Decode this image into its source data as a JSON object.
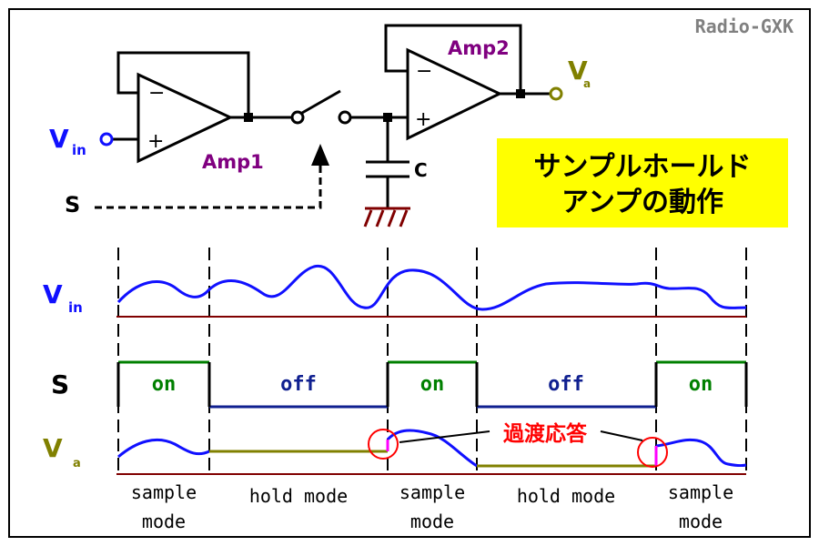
{
  "watermark": "Radio-GXK",
  "circuit": {
    "amp1_label": "Amp1",
    "amp2_label": "Amp2",
    "vin_main": "V",
    "vin_sub": "in",
    "va_main": "V",
    "va_sub": "a",
    "s_label": "S",
    "c_label": "C",
    "minus_sign": "−",
    "plus_sign": "+"
  },
  "title_box": {
    "line1": "サンプルホールド",
    "line2": "アンプの動作"
  },
  "timing": {
    "vin_main": "V",
    "vin_sub": "in",
    "s_main": "S",
    "va_main": "V",
    "va_sub": "a",
    "switch_states": [
      "on",
      "off",
      "on",
      "off",
      "on"
    ],
    "transient_label": "過渡応答",
    "modes": [
      {
        "line1": "sample",
        "line2": "mode"
      },
      {
        "line1": "hold mode",
        "line2": ""
      },
      {
        "line1": "sample",
        "line2": "mode"
      },
      {
        "line1": "hold mode",
        "line2": ""
      },
      {
        "line1": "sample",
        "line2": "mode"
      }
    ]
  },
  "colors": {
    "frame": "#000000",
    "blue_text": "#1010ff",
    "purple_text": "#800080",
    "olive": "#808000",
    "green": "#008000",
    "navy": "#102090",
    "dark_red": "#800000",
    "red": "#ff0000",
    "magenta": "#ff00ff",
    "yellow_box": "#ffff00",
    "gray_text": "#808080"
  }
}
